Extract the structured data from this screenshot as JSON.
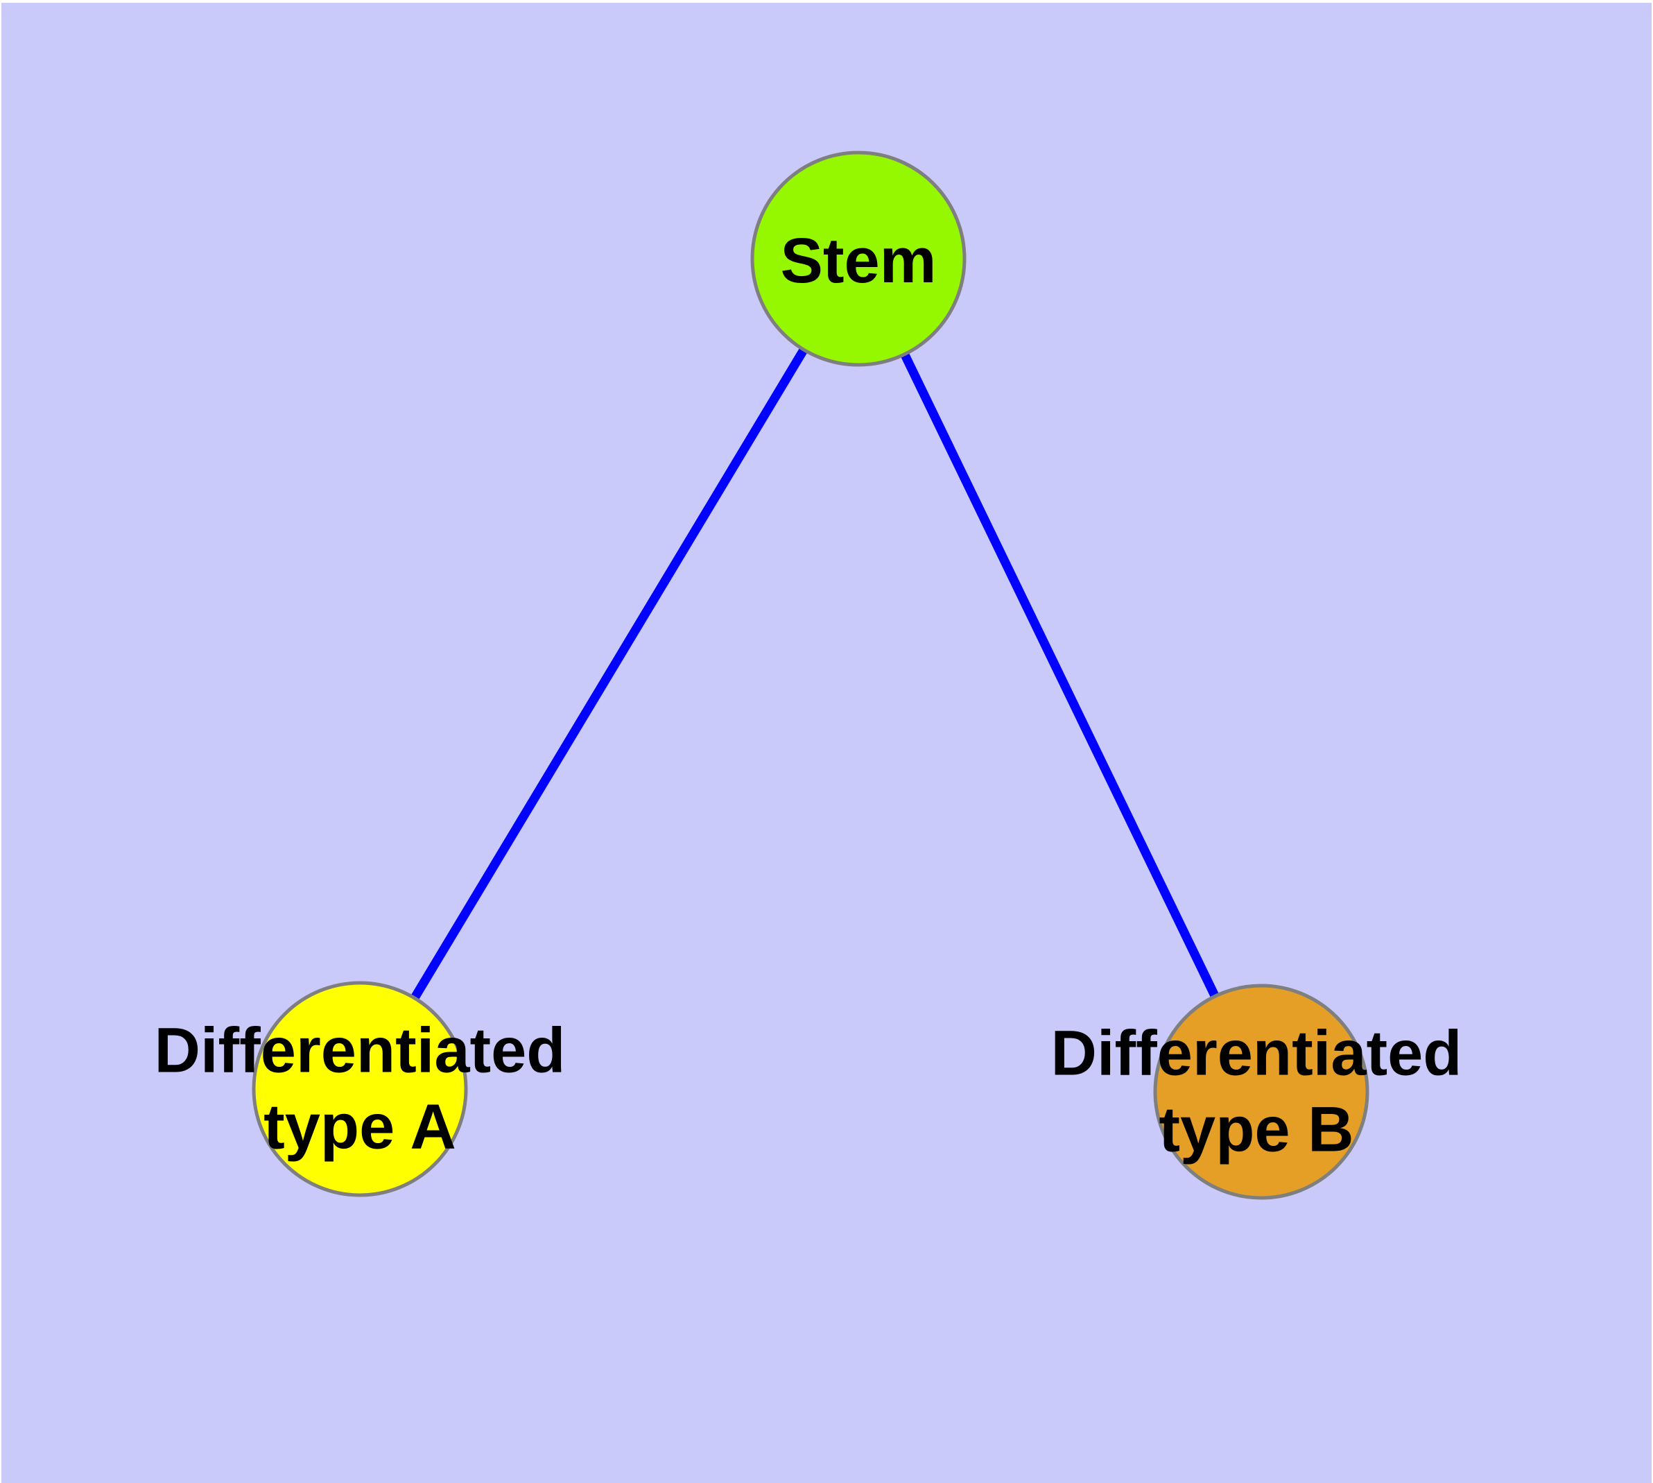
{
  "diagram": {
    "background_color": "#C9C9FA",
    "margin_color": "#FFFFFF",
    "edge_color": "#0202FF",
    "node_stroke_color": "#7F7F7F",
    "label_color": "#000000",
    "nodes": [
      {
        "id": "stem",
        "label": "Stem",
        "fill": "#95F800"
      },
      {
        "id": "type-a",
        "label": "Differentiated\ntype A",
        "fill": "#FFFF00"
      },
      {
        "id": "type-b",
        "label": "Differentiated\ntype B",
        "fill": "#E59E26"
      }
    ],
    "edges": [
      {
        "from": "Stem",
        "to": "Differentiated type A"
      },
      {
        "from": "Stem",
        "to": "Differentiated type B"
      }
    ]
  }
}
